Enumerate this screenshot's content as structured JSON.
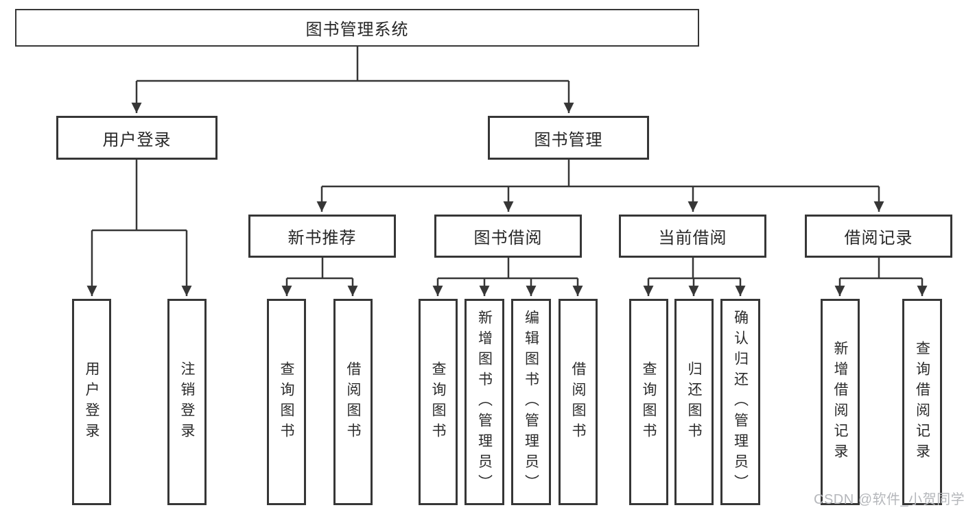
{
  "diagram_type": "functional-structure-tree",
  "tree": {
    "label": "图书管理系统",
    "children": [
      {
        "label": "用户登录",
        "children": [
          {
            "label": "用户登录"
          },
          {
            "label": "注销登录"
          }
        ]
      },
      {
        "label": "图书管理",
        "children": [
          {
            "label": "新书推荐",
            "children": [
              {
                "label": "查询图书"
              },
              {
                "label": "借阅图书"
              }
            ]
          },
          {
            "label": "图书借阅",
            "children": [
              {
                "label": "查询图书"
              },
              {
                "label": "新增图书（管理员）"
              },
              {
                "label": "编辑图书（管理员）"
              },
              {
                "label": "借阅图书"
              }
            ]
          },
          {
            "label": "当前借阅",
            "children": [
              {
                "label": "查询图书"
              },
              {
                "label": "归还图书"
              },
              {
                "label": "确认归还（管理员）"
              }
            ]
          },
          {
            "label": "借阅记录",
            "children": [
              {
                "label": "新增借阅记录"
              },
              {
                "label": "查询借阅记录"
              }
            ]
          }
        ]
      }
    ]
  },
  "watermark": {
    "text": "CSDN @软件_小贺同学",
    "color": "#b5b7bb"
  },
  "colors": {
    "line": "#363636",
    "box_border": "#363636",
    "text": "#262626",
    "background": "#ffffff"
  }
}
